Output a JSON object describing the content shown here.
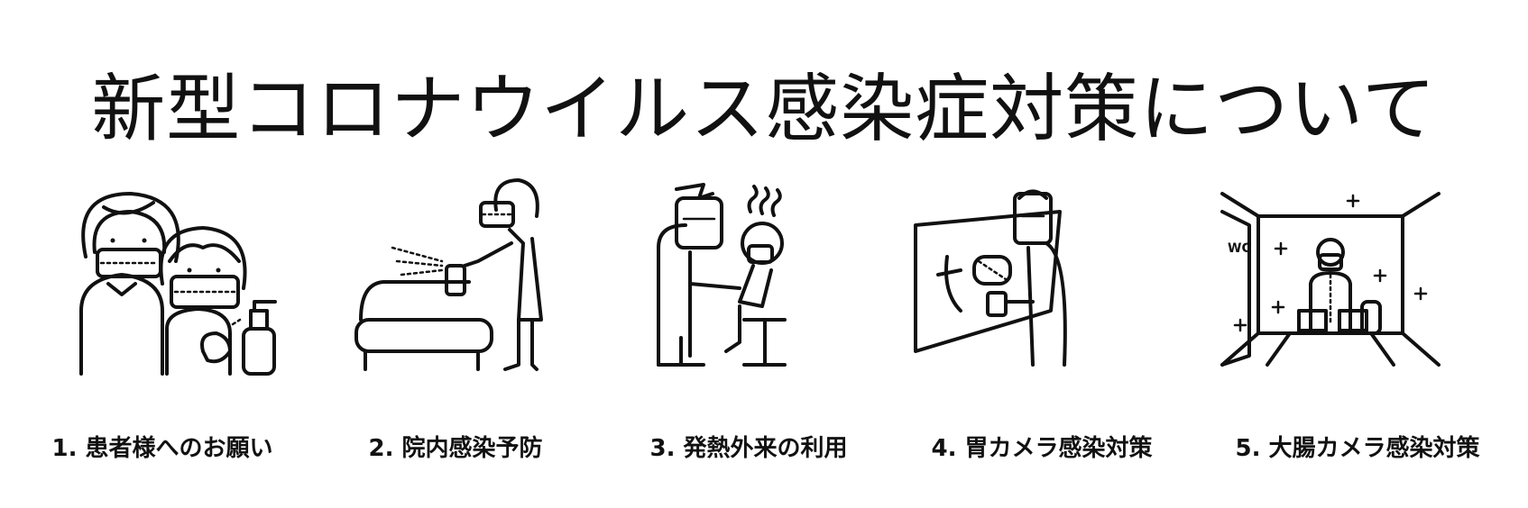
{
  "title": "新型コロナウイルス感染症対策について",
  "panels": [
    {
      "caption": "1. 患者様へのお願い",
      "icon": "masked-people-hand-sanitizer-icon"
    },
    {
      "caption": "2. 院内感染予防",
      "icon": "disinfectant-spray-icon"
    },
    {
      "caption": "3. 発熱外来の利用",
      "icon": "doctor-face-shield-patient-icon"
    },
    {
      "caption": "4. 胃カメラ感染対策",
      "icon": "gastroscopy-partition-icon"
    },
    {
      "caption": "5. 大腸カメラ感染対策",
      "icon": "colonoscopy-clean-room-icon"
    }
  ],
  "door_sign": "WC"
}
